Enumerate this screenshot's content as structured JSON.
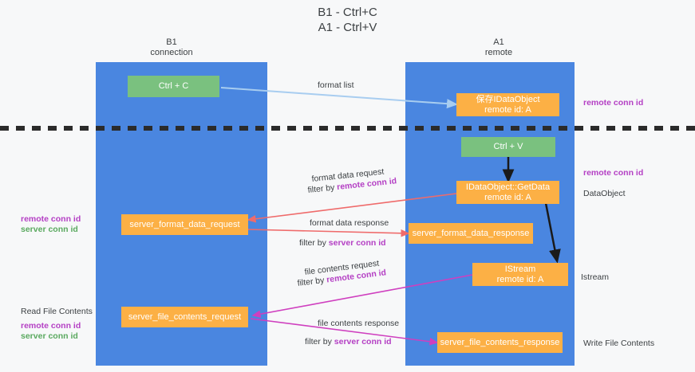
{
  "diagram": {
    "title_line1": "B1 - Ctrl+C",
    "title_line2": "A1 - Ctrl+V",
    "columns": [
      {
        "id": "b1",
        "name": "B1",
        "role": "connection"
      },
      {
        "id": "a1",
        "name": "A1",
        "role": "remote"
      }
    ],
    "colors": {
      "lane": "#4a86e0",
      "green_box": "#7ac17f",
      "orange_box": "#fcb045",
      "purple_text": "#b43fc4",
      "green_text": "#5aa95f",
      "blue_arrow": "#a8cdf0",
      "red_arrow": "#ef6b6b",
      "magenta_arrow": "#cf3fbf",
      "black_arrow": "#1a1a1a",
      "background": "#f7f8f9"
    },
    "boxes": {
      "ctrl_c": "Ctrl + C",
      "ctrl_v": "Ctrl + V",
      "save_idataobject_line1": "保存IDataObject",
      "save_idataobject_line2": "remote id: A",
      "getdata_line1": "IDataObject::GetData",
      "getdata_line2": "remote id: A",
      "istream_line1": "IStream",
      "istream_line2": "remote id: A",
      "server_format_data_request": "server_format_data_request",
      "server_format_data_response": "server_format_data_response",
      "server_file_contents_request": "server_file_contents_request",
      "server_file_contents_response": "server_file_contents_response"
    },
    "edge_labels": {
      "format_list": "format list",
      "format_data_request": "format data request",
      "format_data_request_filter_prefix": "filter by ",
      "format_data_request_filter_key": "remote conn id",
      "format_data_response": "format data response",
      "format_data_response_filter_prefix": "filter by ",
      "format_data_response_filter_key": "server conn id",
      "file_contents_request": "file contents request",
      "file_contents_request_filter_prefix": "filter by ",
      "file_contents_request_filter_key": "remote conn id",
      "file_contents_response": "file contents response",
      "file_contents_response_filter_prefix": "filter by ",
      "file_contents_response_filter_key": "server conn id"
    },
    "annotations": {
      "right_remote_conn_id_top": "remote conn id",
      "right_remote_conn_id_mid": "remote conn id",
      "right_dataobject": "DataObject",
      "right_istream": "Istream",
      "right_write_file_contents": "Write File Contents",
      "left_remote_conn_id_mid": "remote conn id",
      "left_server_conn_id_mid": "server conn id",
      "left_read_file_contents": "Read File Contents",
      "left_remote_conn_id_bottom": "remote conn id",
      "left_server_conn_id_bottom": "server conn id"
    }
  }
}
